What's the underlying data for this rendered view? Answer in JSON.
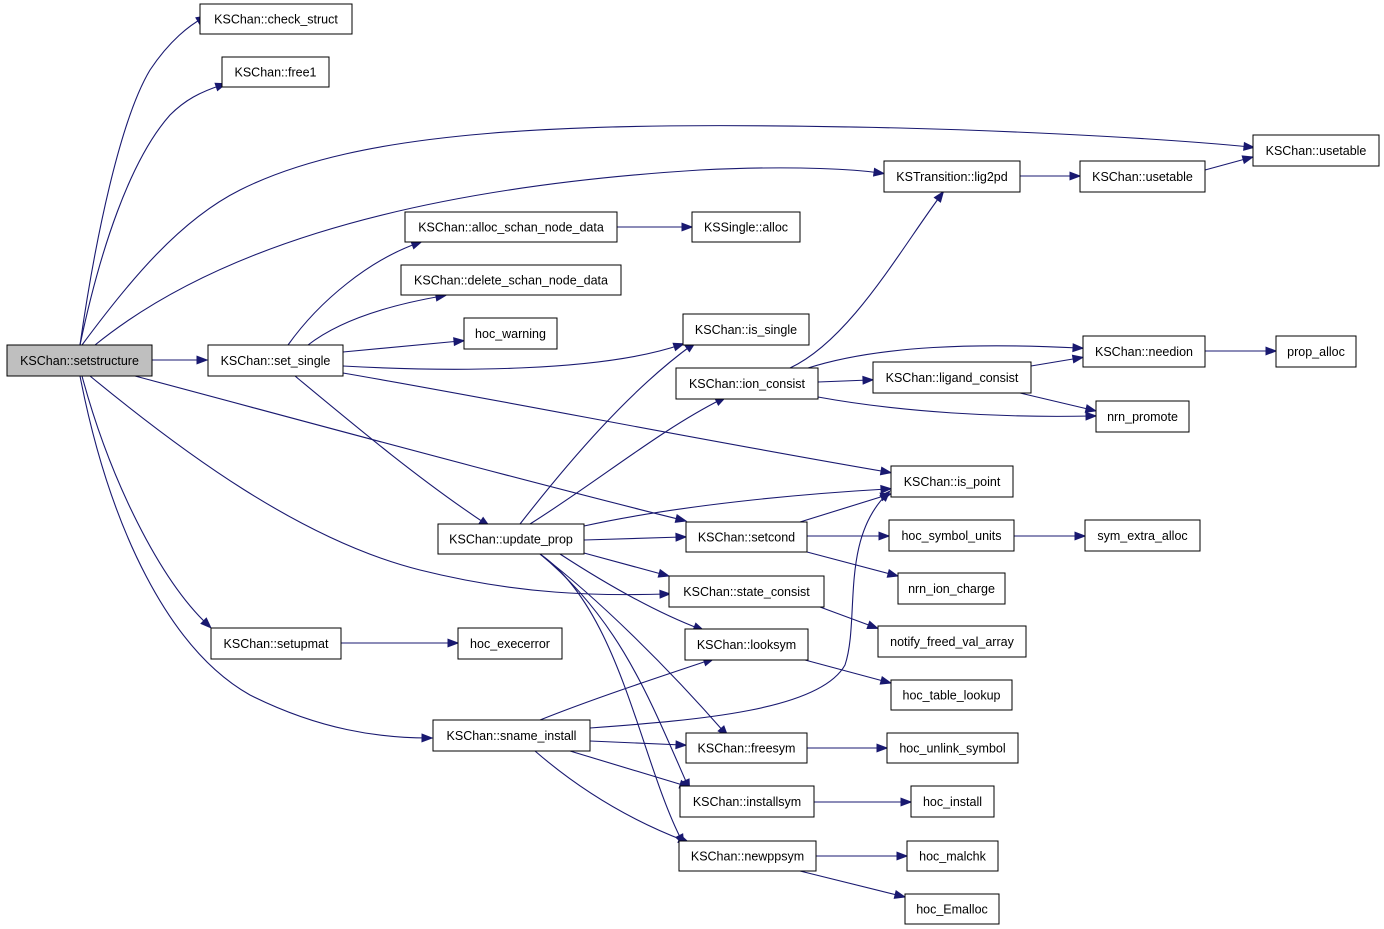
{
  "root": "KSChan::setstructure",
  "nodes": [
    {
      "id": "setstructure",
      "label": "KSChan::setstructure",
      "root": true
    },
    {
      "id": "check_struct",
      "label": "KSChan::check_struct"
    },
    {
      "id": "free1",
      "label": "KSChan::free1"
    },
    {
      "id": "usetable_a",
      "label": "KSChan::usetable"
    },
    {
      "id": "lig2pd",
      "label": "KSTransition::lig2pd"
    },
    {
      "id": "usetable_b",
      "label": "KSChan::usetable"
    },
    {
      "id": "alloc_schan",
      "label": "KSChan::alloc_schan_node_data"
    },
    {
      "id": "ksalloc",
      "label": "KSSingle::alloc"
    },
    {
      "id": "delete_schan",
      "label": "KSChan::delete_schan_node_data"
    },
    {
      "id": "hoc_warning",
      "label": "hoc_warning"
    },
    {
      "id": "is_single",
      "label": "KSChan::is_single"
    },
    {
      "id": "set_single",
      "label": "KSChan::set_single"
    },
    {
      "id": "ion_consist",
      "label": "KSChan::ion_consist"
    },
    {
      "id": "ligand_consist",
      "label": "KSChan::ligand_consist"
    },
    {
      "id": "needion",
      "label": "KSChan::needion"
    },
    {
      "id": "prop_alloc",
      "label": "prop_alloc"
    },
    {
      "id": "nrn_promote",
      "label": "nrn_promote"
    },
    {
      "id": "is_point",
      "label": "KSChan::is_point"
    },
    {
      "id": "update_prop",
      "label": "KSChan::update_prop"
    },
    {
      "id": "setcond",
      "label": "KSChan::setcond"
    },
    {
      "id": "hoc_symbol_units",
      "label": "hoc_symbol_units"
    },
    {
      "id": "sym_extra_alloc",
      "label": "sym_extra_alloc"
    },
    {
      "id": "nrn_ion_charge",
      "label": "nrn_ion_charge"
    },
    {
      "id": "state_consist",
      "label": "KSChan::state_consist"
    },
    {
      "id": "notify_freed",
      "label": "notify_freed_val_array"
    },
    {
      "id": "setupmat",
      "label": "KSChan::setupmat"
    },
    {
      "id": "hoc_execerror",
      "label": "hoc_execerror"
    },
    {
      "id": "looksym",
      "label": "KSChan::looksym"
    },
    {
      "id": "hoc_table_lookup",
      "label": "hoc_table_lookup"
    },
    {
      "id": "sname_install",
      "label": "KSChan::sname_install"
    },
    {
      "id": "freesym",
      "label": "KSChan::freesym"
    },
    {
      "id": "hoc_unlink_symbol",
      "label": "hoc_unlink_symbol"
    },
    {
      "id": "installsym",
      "label": "KSChan::installsym"
    },
    {
      "id": "hoc_install",
      "label": "hoc_install"
    },
    {
      "id": "newppsym",
      "label": "KSChan::newppsym"
    },
    {
      "id": "hoc_malchk",
      "label": "hoc_malchk"
    },
    {
      "id": "hoc_Emalloc",
      "label": "hoc_Emalloc"
    }
  ],
  "edges": [
    {
      "from": "setstructure",
      "to": "check_struct"
    },
    {
      "from": "setstructure",
      "to": "free1"
    },
    {
      "from": "setstructure",
      "to": "usetable_a"
    },
    {
      "from": "setstructure",
      "to": "lig2pd"
    },
    {
      "from": "setstructure",
      "to": "set_single"
    },
    {
      "from": "setstructure",
      "to": "setcond"
    },
    {
      "from": "setstructure",
      "to": "state_consist"
    },
    {
      "from": "setstructure",
      "to": "setupmat"
    },
    {
      "from": "setstructure",
      "to": "sname_install"
    },
    {
      "from": "lig2pd",
      "to": "usetable_b"
    },
    {
      "from": "usetable_b",
      "to": "usetable_a"
    },
    {
      "from": "set_single",
      "to": "alloc_schan"
    },
    {
      "from": "set_single",
      "to": "delete_schan"
    },
    {
      "from": "set_single",
      "to": "hoc_warning"
    },
    {
      "from": "set_single",
      "to": "is_single"
    },
    {
      "from": "set_single",
      "to": "is_point"
    },
    {
      "from": "set_single",
      "to": "update_prop"
    },
    {
      "from": "alloc_schan",
      "to": "ksalloc"
    },
    {
      "from": "ion_consist",
      "to": "lig2pd"
    },
    {
      "from": "ion_consist",
      "to": "needion"
    },
    {
      "from": "ion_consist",
      "to": "ligand_consist"
    },
    {
      "from": "ion_consist",
      "to": "nrn_promote"
    },
    {
      "from": "ligand_consist",
      "to": "needion"
    },
    {
      "from": "ligand_consist",
      "to": "nrn_promote"
    },
    {
      "from": "needion",
      "to": "prop_alloc"
    },
    {
      "from": "update_prop",
      "to": "is_single"
    },
    {
      "from": "update_prop",
      "to": "ion_consist"
    },
    {
      "from": "update_prop",
      "to": "is_point"
    },
    {
      "from": "update_prop",
      "to": "setcond"
    },
    {
      "from": "update_prop",
      "to": "state_consist"
    },
    {
      "from": "update_prop",
      "to": "looksym"
    },
    {
      "from": "update_prop",
      "to": "freesym"
    },
    {
      "from": "update_prop",
      "to": "installsym"
    },
    {
      "from": "update_prop",
      "to": "newppsym"
    },
    {
      "from": "setcond",
      "to": "is_point"
    },
    {
      "from": "setcond",
      "to": "hoc_symbol_units"
    },
    {
      "from": "setcond",
      "to": "nrn_ion_charge"
    },
    {
      "from": "hoc_symbol_units",
      "to": "sym_extra_alloc"
    },
    {
      "from": "state_consist",
      "to": "notify_freed"
    },
    {
      "from": "setupmat",
      "to": "hoc_execerror"
    },
    {
      "from": "looksym",
      "to": "hoc_table_lookup"
    },
    {
      "from": "sname_install",
      "to": "is_point"
    },
    {
      "from": "sname_install",
      "to": "looksym"
    },
    {
      "from": "sname_install",
      "to": "freesym"
    },
    {
      "from": "sname_install",
      "to": "installsym"
    },
    {
      "from": "sname_install",
      "to": "newppsym"
    },
    {
      "from": "freesym",
      "to": "hoc_unlink_symbol"
    },
    {
      "from": "installsym",
      "to": "hoc_install"
    },
    {
      "from": "newppsym",
      "to": "hoc_malchk"
    },
    {
      "from": "newppsym",
      "to": "hoc_Emalloc"
    }
  ]
}
